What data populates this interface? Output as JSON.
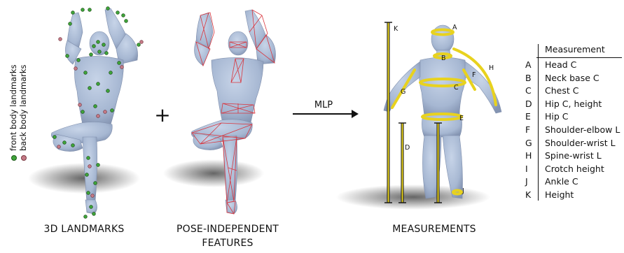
{
  "legend": {
    "front": "front body landmarks",
    "back": "back body landmarks",
    "front_color": "#3fa43a",
    "back_color": "#c47a86"
  },
  "captions": {
    "landmarks": "3D LANDMARKS",
    "features_line1": "POSE-INDEPENDENT",
    "features_line2": "FEATURES",
    "measurements": "MEASUREMENTS"
  },
  "operators": {
    "plus": "+",
    "mlp": "MLP"
  },
  "figure_labels": [
    "A",
    "B",
    "C",
    "D",
    "E",
    "F",
    "G",
    "H",
    "J",
    "K"
  ],
  "table": {
    "header": "Measurement",
    "rows": [
      {
        "letter": "A",
        "name": "Head C"
      },
      {
        "letter": "B",
        "name": "Neck base C"
      },
      {
        "letter": "C",
        "name": "Chest C"
      },
      {
        "letter": "D",
        "name": "Hip C, height"
      },
      {
        "letter": "E",
        "name": "Hip C"
      },
      {
        "letter": "F",
        "name": "Shoulder-elbow L"
      },
      {
        "letter": "G",
        "name": "Shoulder-wrist L"
      },
      {
        "letter": "H",
        "name": "Spine-wrist L"
      },
      {
        "letter": "I",
        "name": "Crotch height"
      },
      {
        "letter": "J",
        "name": "Ankle C"
      },
      {
        "letter": "K",
        "name": "Height"
      }
    ]
  },
  "colors": {
    "body": "#aebfd8",
    "body_shade": "#8796b3",
    "mesh": "#d9363e",
    "tape": "#e8d21e",
    "shadow": "#5a5a5a"
  }
}
